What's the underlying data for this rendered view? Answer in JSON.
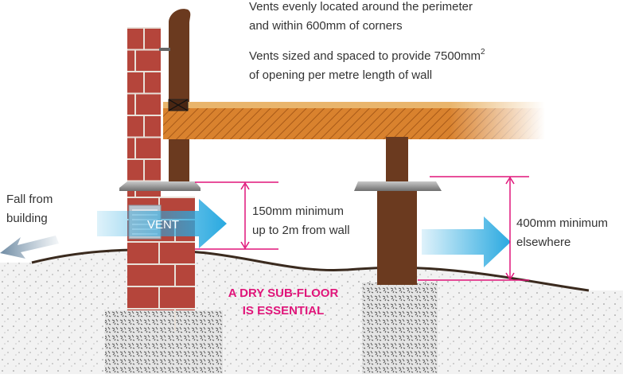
{
  "notes": {
    "line1": "Vents evenly located around the perimeter",
    "line2": "and within 600mm of corners",
    "line3_pre": "Vents sized and spaced to provide 7500mm",
    "line3_sup": "2",
    "line4": "of opening per metre length of wall"
  },
  "labels": {
    "fall_line1": "Fall from",
    "fall_line2": "building",
    "vent": "VENT",
    "dim1_line1": "150mm minimum",
    "dim1_line2": "up to 2m from wall",
    "dim2_line1": "400mm minimum",
    "dim2_line2": "elsewhere",
    "dry_line1": "A DRY SUB-FLOOR",
    "dry_line2": "IS ESSENTIAL"
  },
  "colors": {
    "brick": "#b5453b",
    "timber": "#6b3a1f",
    "joist": "#d9822e",
    "arrow": "#29a9e0",
    "dimension": "#e0157a",
    "emphasis": "#e0157a",
    "text": "#333333"
  },
  "icons": [
    "vent-arrow-icon",
    "fall-arrow-icon",
    "airflow-arrow-icon"
  ]
}
